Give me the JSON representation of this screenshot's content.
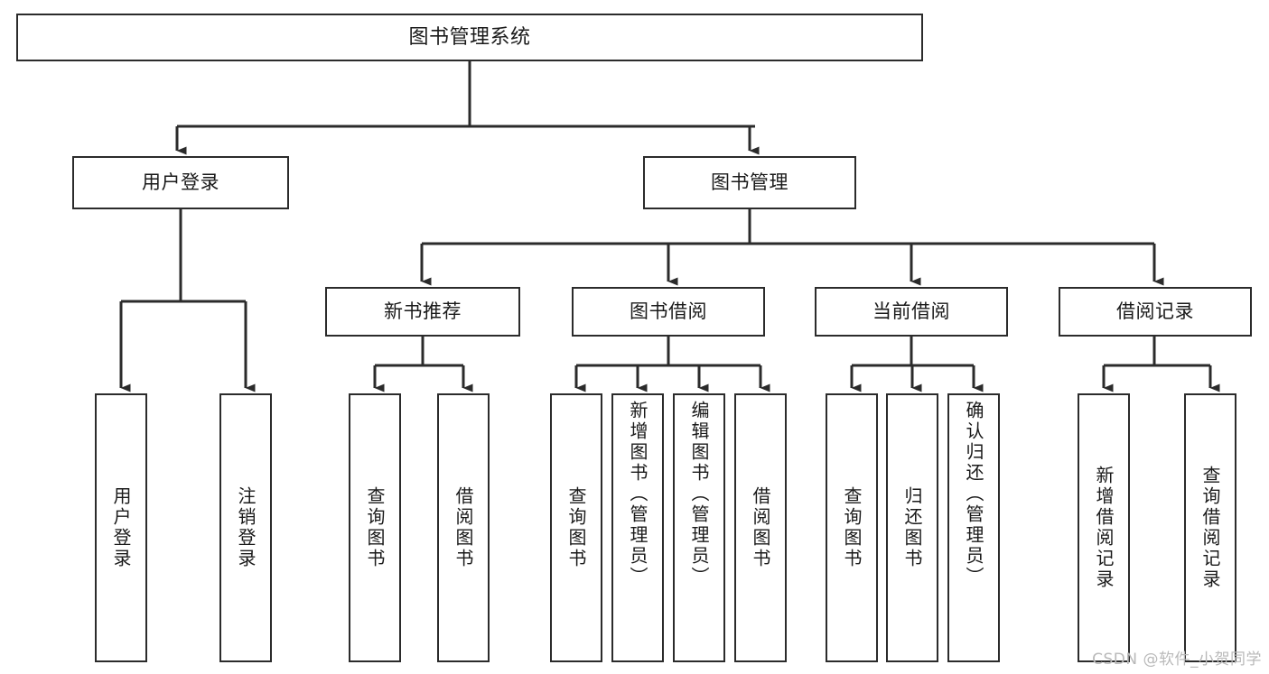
{
  "diagram": {
    "type": "hierarchy-tree",
    "title": "图书管理系统",
    "watermark": "CSDN @软件_小贺同学",
    "colors": {
      "stroke": "#2b2b2b",
      "fill": "#ffffff",
      "text": "#1a1a1a",
      "watermark": "#b9b9b9"
    },
    "nodes": {
      "root": {
        "label": "图书管理系统"
      },
      "level2": [
        {
          "label": "用户登录"
        },
        {
          "label": "图书管理"
        }
      ],
      "level3": [
        {
          "label": "新书推荐"
        },
        {
          "label": "图书借阅"
        },
        {
          "label": "当前借阅"
        },
        {
          "label": "借阅记录"
        }
      ],
      "leaves": {
        "user_login": [
          {
            "label": "用户登录"
          },
          {
            "label": "注销登录"
          }
        ],
        "new_book_recommend": [
          {
            "label": "查询图书"
          },
          {
            "label": "借阅图书"
          }
        ],
        "book_borrow": [
          {
            "label": "查询图书"
          },
          {
            "label": "新增图书（管理员）"
          },
          {
            "label": "编辑图书（管理员）"
          },
          {
            "label": "借阅图书"
          }
        ],
        "current_borrow": [
          {
            "label": "查询图书"
          },
          {
            "label": "归还图书"
          },
          {
            "label": "确认归还（管理员）"
          }
        ],
        "borrow_record": [
          {
            "label": "新增借阅记录"
          },
          {
            "label": "查询借阅记录"
          }
        ]
      }
    }
  }
}
